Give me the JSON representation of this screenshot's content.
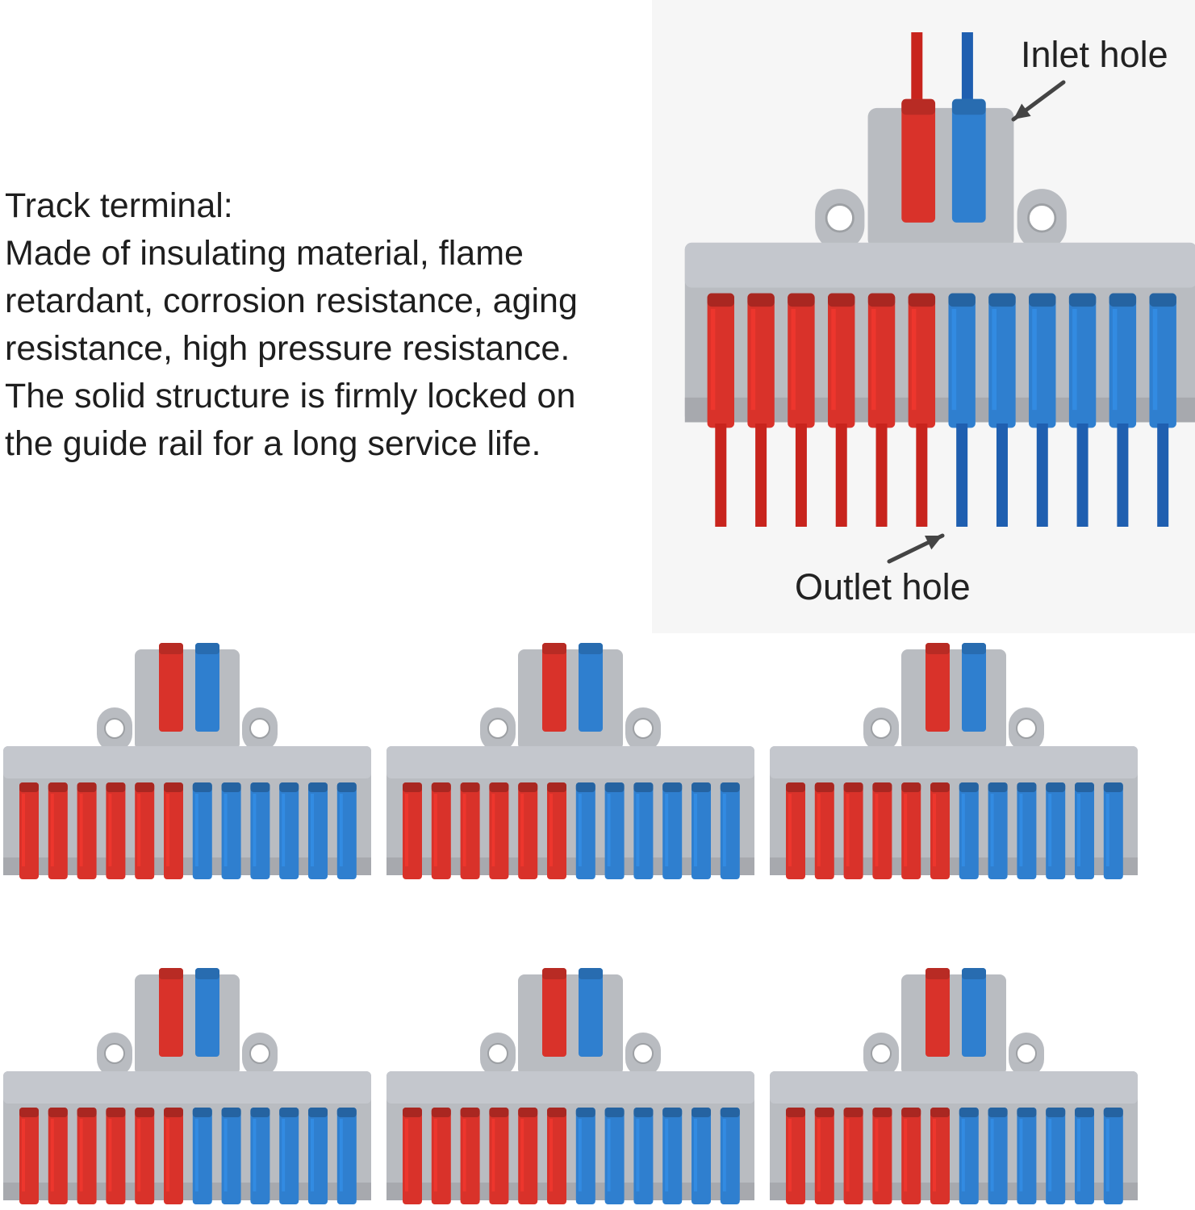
{
  "description": {
    "lines": [
      "Track terminal:",
      "Made of insulating material, flame",
      "retardant, corrosion resistance, aging",
      "resistance, high pressure resistance.",
      "The solid structure is firmly locked on",
      "the guide rail for a long service life."
    ]
  },
  "callouts": {
    "inlet_label": "Inlet hole",
    "outlet_label": "Outlet hole"
  },
  "product": {
    "red_outlets": 6,
    "blue_outlets": 6,
    "inlets": [
      "red",
      "blue"
    ],
    "product_count": 6
  },
  "colors": {
    "red": "#d9322a",
    "blue": "#2f7fcf",
    "housing": "#b9bcc1",
    "wire_red": "#c8241d",
    "wire_blue": "#1f5fb0"
  }
}
